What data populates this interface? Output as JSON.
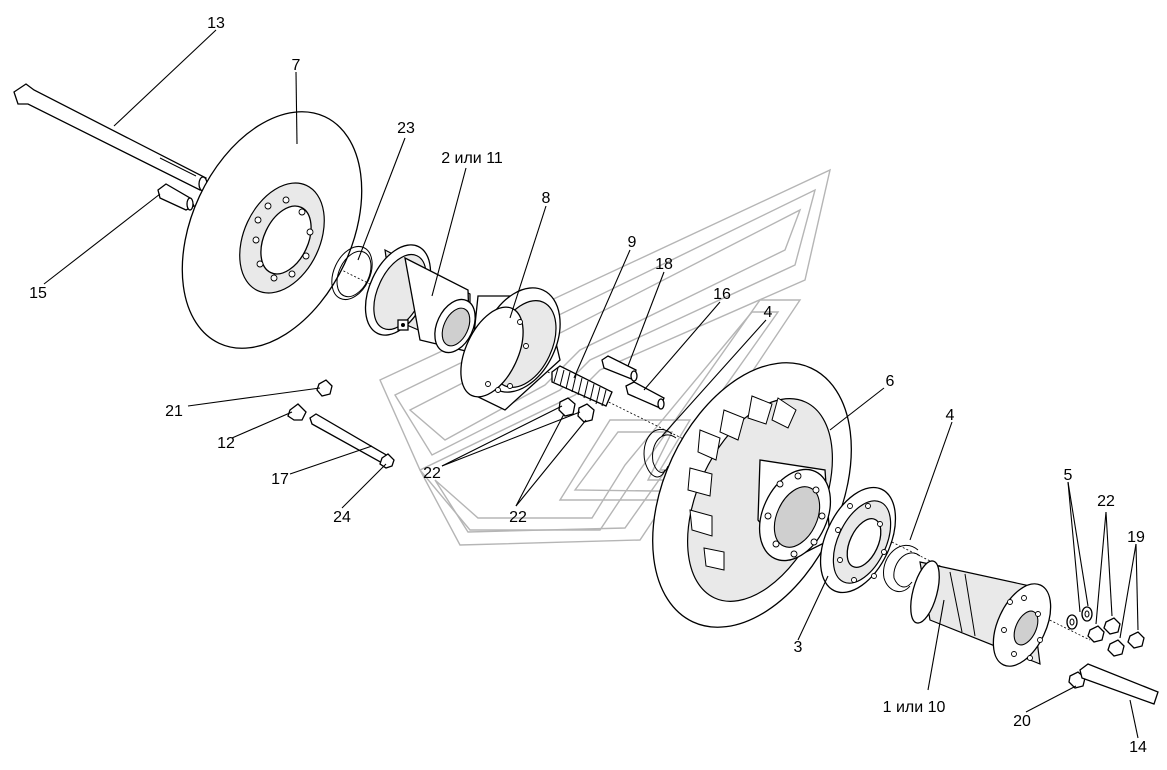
{
  "callouts": [
    {
      "id": "label-13",
      "text": "13"
    },
    {
      "id": "label-7",
      "text": "7"
    },
    {
      "id": "label-23",
      "text": "23"
    },
    {
      "id": "label-2-or-11",
      "text": "2 или 11"
    },
    {
      "id": "label-8",
      "text": "8"
    },
    {
      "id": "label-9",
      "text": "9"
    },
    {
      "id": "label-18",
      "text": "18"
    },
    {
      "id": "label-16",
      "text": "16"
    },
    {
      "id": "label-4a",
      "text": "4"
    },
    {
      "id": "label-6",
      "text": "6"
    },
    {
      "id": "label-4b",
      "text": "4"
    },
    {
      "id": "label-5",
      "text": "5"
    },
    {
      "id": "label-22c",
      "text": "22"
    },
    {
      "id": "label-19",
      "text": "19"
    },
    {
      "id": "label-15",
      "text": "15"
    },
    {
      "id": "label-21",
      "text": "21"
    },
    {
      "id": "label-12",
      "text": "12"
    },
    {
      "id": "label-17",
      "text": "17"
    },
    {
      "id": "label-24",
      "text": "24"
    },
    {
      "id": "label-22a",
      "text": "22"
    },
    {
      "id": "label-22b",
      "text": "22"
    },
    {
      "id": "label-3",
      "text": "3"
    },
    {
      "id": "label-1-or-10",
      "text": "1 или 10"
    },
    {
      "id": "label-20",
      "text": "20"
    },
    {
      "id": "label-14",
      "text": "14"
    }
  ]
}
